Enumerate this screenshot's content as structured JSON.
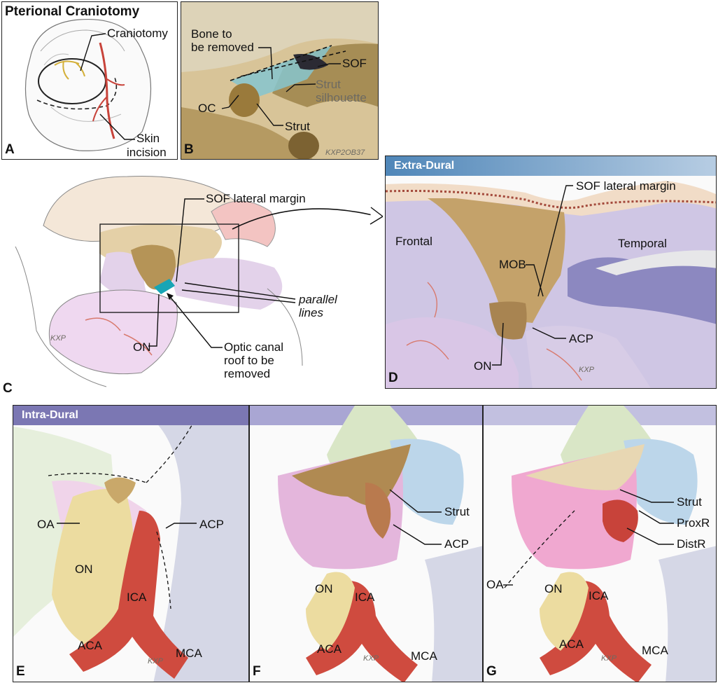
{
  "panelA": {
    "title": "Pterional Craniotomy",
    "letter": "A",
    "craniotomy": "Craniotomy",
    "skin1": "Skin",
    "skin2": "incision"
  },
  "panelB": {
    "letter": "B",
    "bone1": "Bone  to",
    "bone2": "be removed",
    "sof": "SOF",
    "strut_sil1": "Strut",
    "strut_sil2": "silhouette",
    "oc": "OC",
    "strut": "Strut",
    "signature": "KXP2OB37"
  },
  "panelC": {
    "letter": "C",
    "sof_lateral": "SOF lateral margin",
    "parallel1": "parallel",
    "parallel2": "lines",
    "on": "ON",
    "optic1": "Optic canal",
    "optic2": "roof to be",
    "optic3": "removed",
    "signature": "KXP"
  },
  "panelD": {
    "letter": "D",
    "bar": "Extra-Dural",
    "sof_lateral": "SOF lateral margin",
    "frontal": "Frontal",
    "temporal": "Temporal",
    "mob": "MOB",
    "acp": "ACP",
    "on": "ON",
    "signature": "KXP"
  },
  "panelE": {
    "letter": "E",
    "bar": "Intra-Dural",
    "oa": "OA",
    "acp": "ACP",
    "on": "ON",
    "ica": "ICA",
    "aca": "ACA",
    "mca": "MCA",
    "signature": "KXP"
  },
  "panelF": {
    "letter": "F",
    "strut": "Strut",
    "acp": "ACP",
    "on": "ON",
    "ica": "ICA",
    "aca": "ACA",
    "mca": "MCA",
    "signature": "KXP"
  },
  "panelG": {
    "letter": "G",
    "strut": "Strut",
    "proxr": "ProxR",
    "distr": "DistR",
    "oa": "OA",
    "on": "ON",
    "ica": "ICA",
    "aca": "ACA",
    "mca": "MCA",
    "signature": "KXP"
  },
  "colors": {
    "bar_blue": "#4f86b8",
    "bar_purple": "#7b77b3",
    "bone": "#c9a86a",
    "artery": "#c8433a",
    "nerve": "#e6d58a",
    "brain": "#c9bde0"
  }
}
